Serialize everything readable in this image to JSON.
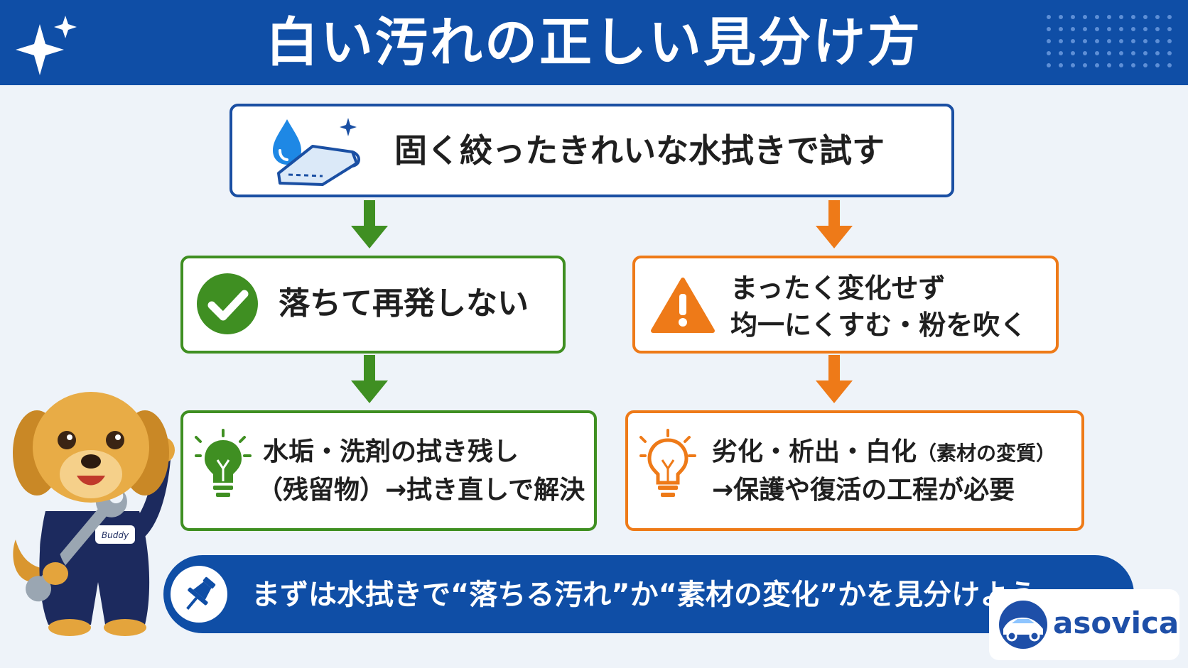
{
  "header": {
    "title": "白い汚れの正しい見分け方"
  },
  "top_step": {
    "text": "固く絞ったきれいな水拭きで試す"
  },
  "branch_ok": {
    "text": "落ちて再発しない"
  },
  "branch_ng": {
    "line1": "まったく変化せず",
    "line2": "均一にくすむ・粉を吹く"
  },
  "result_ok": {
    "line1": "水垢・洗剤の拭き残し",
    "line2": "（残留物）→拭き直しで解決"
  },
  "result_ng": {
    "line1_main": "劣化・析出・白化",
    "line1_note": "（素材の変質）",
    "line2": "→保護や復活の工程が必要"
  },
  "banner": {
    "text": "まずは水拭きで“落ちる汚れ”か“素材の変化”かを見分けよう"
  },
  "logo": {
    "text": "asovica"
  },
  "mascot": {
    "badge_text": "Buddy"
  },
  "colors": {
    "header_blue": "#0f4ea6",
    "green": "#3f8f22",
    "orange": "#ee7a18",
    "background": "#eef3f9"
  },
  "icons": [
    "sparkle-icon",
    "water-drop-icon",
    "towel-icon",
    "check-circle-icon",
    "warning-icon",
    "lightbulb-icon",
    "pushpin-icon",
    "car-logo-icon"
  ]
}
